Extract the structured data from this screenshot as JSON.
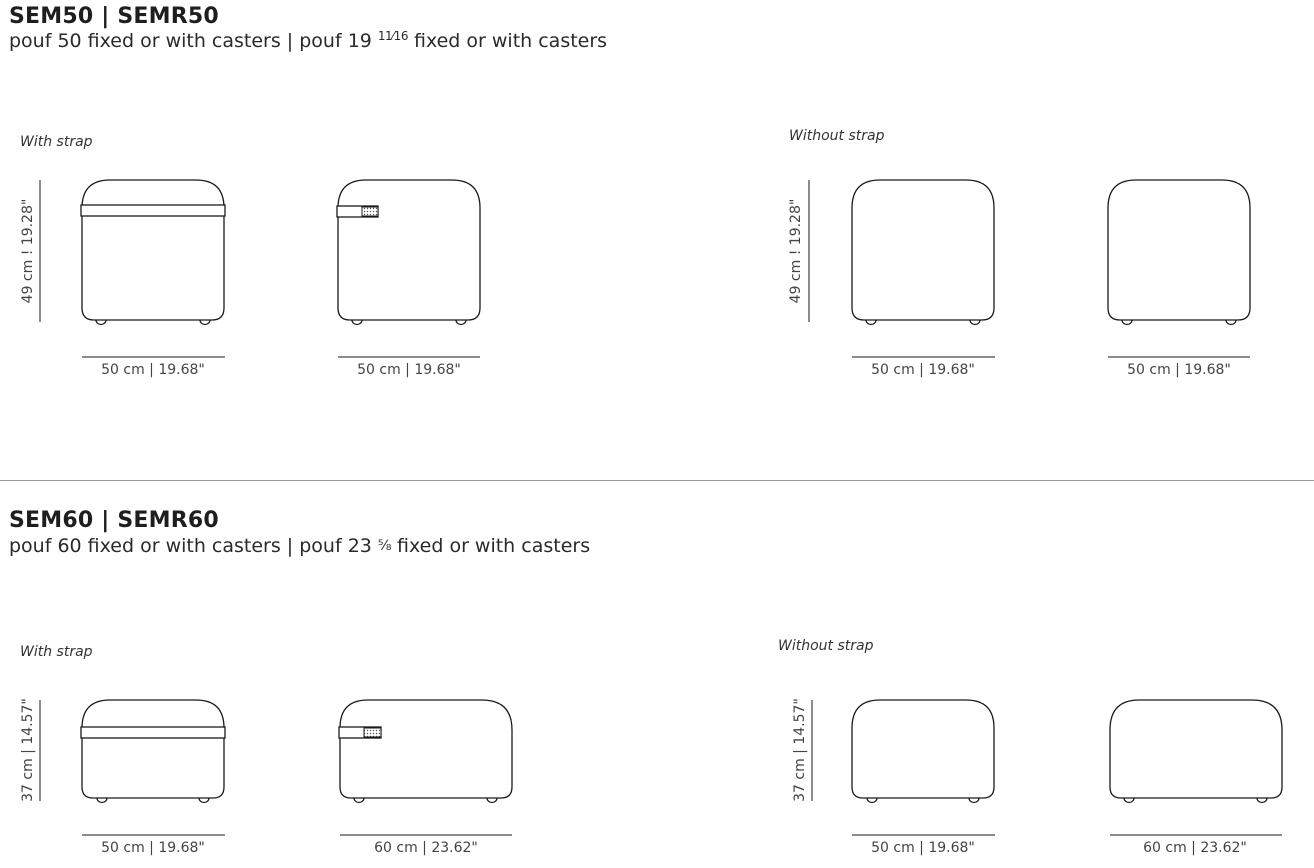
{
  "sections": [
    {
      "title": "SEM50 | SEMR50",
      "subtitle_pre": "pouf 50 fixed or with casters | pouf 19 ",
      "subtitle_frac": "11⁄16",
      "subtitle_post": " fixed or with casters",
      "with_strap_label": "With strap",
      "without_strap_label": "Without strap",
      "height_dim": "49 cm ! 19.28\"",
      "width_dims": [
        "50 cm | 19.68\"",
        "50 cm | 19.68\"",
        "50 cm | 19.68\"",
        "50 cm | 19.68\""
      ]
    },
    {
      "title": "SEM60 | SEMR60",
      "subtitle_pre": "pouf 60 fixed or with casters | pouf 23 ",
      "subtitle_frac": "⅝",
      "subtitle_post": " fixed or with casters",
      "with_strap_label": "With strap",
      "without_strap_label": "Without strap",
      "height_dim": "37 cm | 14.57\"",
      "width_dims": [
        "50 cm | 19.68\"",
        "60 cm | 23.62\"",
        "50 cm | 19.68\"",
        "60 cm | 23.62\""
      ]
    }
  ]
}
